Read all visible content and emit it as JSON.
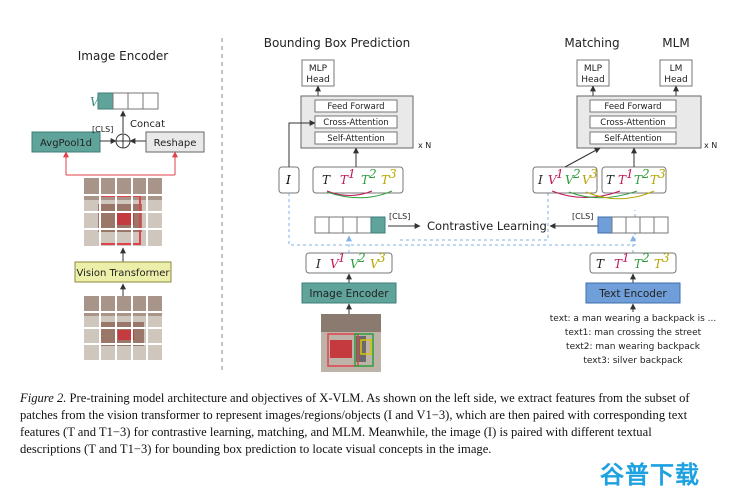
{
  "left": {
    "title": "Image Encoder",
    "v_label": "V",
    "concat": "Concat",
    "cls": "[CLS]",
    "avgpool": "AvgPool1d",
    "reshape": "Reshape",
    "vit": "Vision Transformer"
  },
  "mid": {
    "title": "Bounding Box Prediction",
    "mlp1": "MLP",
    "mlp2": "Head",
    "ff": "Feed Forward",
    "ca": "Cross-Attention",
    "sa": "Self-Attention",
    "xn": "x N",
    "tok_I": "I",
    "tok_T": "T",
    "tok_T1": "T",
    "tok_T1sup": "1",
    "tok_T2": "T",
    "tok_T2sup": "2",
    "tok_T3": "T",
    "tok_T3sup": "3",
    "cls": "[CLS]",
    "contrastive": "Contrastive Learning",
    "img_tok_I": "I",
    "img_tok_V1": "V",
    "img_tok_V1sup": "1",
    "img_tok_V2": "V",
    "img_tok_V2sup": "2",
    "img_tok_V3": "V",
    "img_tok_V3sup": "3",
    "image_encoder": "Image Encoder"
  },
  "right": {
    "matching": "Matching",
    "mlm": "MLM",
    "mlp1": "MLP",
    "mlp2": "Head",
    "lm1": "LM",
    "lm2": "Head",
    "ff": "Feed Forward",
    "ca": "Cross-Attention",
    "sa": "Self-Attention",
    "xn": "x N",
    "cls": "[CLS]",
    "text_encoder": "Text Encoder",
    "tok_I": "I",
    "tok_V": "V",
    "tok_sup1": "1",
    "tok_sup2": "2",
    "tok_sup3": "3",
    "tok_T": "T",
    "texts": [
      "text: a man wearing a backpack is ...",
      "text1: man crossing the street",
      "text2: man wearing backpack",
      "text3: silver backpack"
    ]
  },
  "colors": {
    "teal": "#5fa39b",
    "blue": "#6f9ed8",
    "yellow": "#ecefa9",
    "red_frame": "#e0424b",
    "v1": "#c2185b",
    "v2": "#2e9e3e",
    "v3": "#b7a700",
    "dashed": "#7fb3e6"
  },
  "caption": {
    "fig": "Figure 2.",
    "text": " Pre-training model architecture and objectives of X-VLM. As shown on the left side, we extract features from the subset of patches from the vision transformer to represent images/regions/objects (I and V1−3), which are then paired with corresponding text features (T and T1−3) for contrastive learning, matching, and MLM. Meanwhile, the image (I) is paired with different textual descriptions (T and T1−3) for bounding box prediction to locate visual concepts in the image."
  },
  "watermark": "谷普下载"
}
